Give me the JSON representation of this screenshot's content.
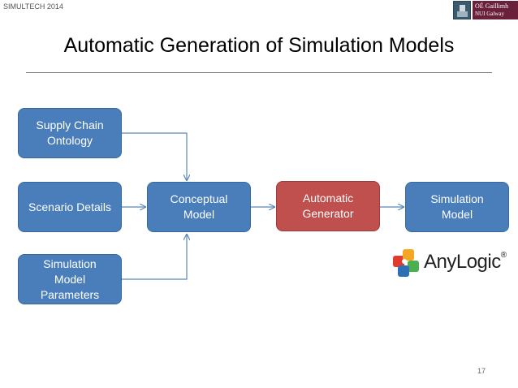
{
  "header": {
    "conference": "SIMULTECH 2014"
  },
  "logo": {
    "line1": "OÉ Gaillimh",
    "line2": "NUI Galway"
  },
  "title": "Automatic Generation of Simulation Models",
  "diagram": {
    "nodes": {
      "supply_chain_ontology": "Supply Chain\nOntology",
      "scenario_details": "Scenario Details",
      "simulation_model_parameters": "Simulation\nModel\nParameters",
      "conceptual_model": "Conceptual\nModel",
      "automatic_generator": "Automatic\nGenerator",
      "simulation_model": "Simulation\nModel"
    },
    "colors": {
      "node": "#4a7ebb",
      "generator": "#c0504d",
      "arrow": "#5b86b8"
    }
  },
  "brand": {
    "name": "AnyLogic",
    "mark": "®"
  },
  "footer": {
    "page_number": "17"
  }
}
